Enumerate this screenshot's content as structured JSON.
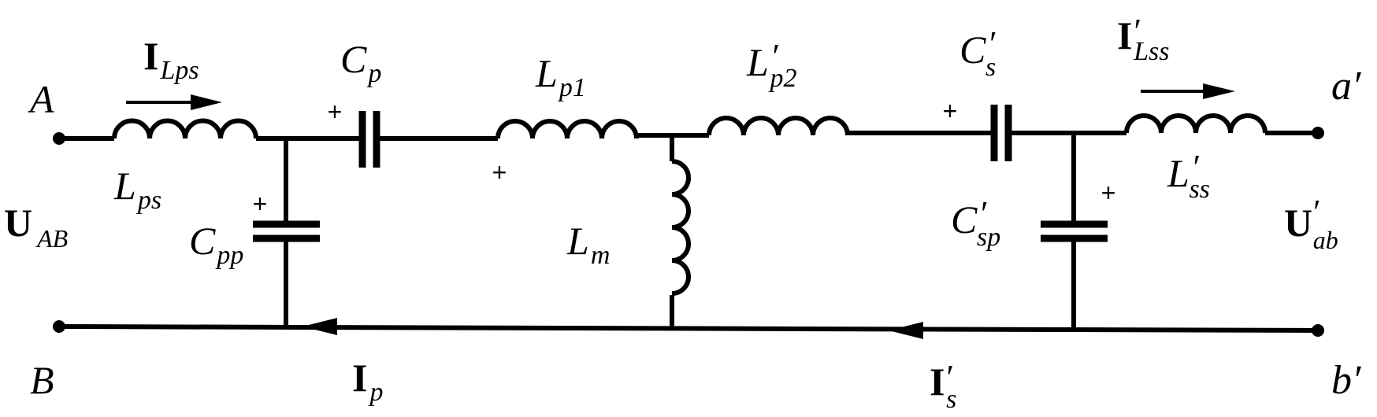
{
  "diagram": {
    "terminals": {
      "A": "A",
      "B": "B",
      "a": "a",
      "b": "b",
      "prime": "′"
    },
    "voltages": {
      "input": {
        "main": "U",
        "sub": "AB"
      },
      "output": {
        "main": "U",
        "sub": "ab",
        "prime": "′"
      }
    },
    "currents": {
      "I_Lps": {
        "main": "I",
        "sub": "Lps"
      },
      "I_Lss": {
        "main": "I",
        "sub": "Lss",
        "prime": "′"
      },
      "I_p": {
        "main": "I",
        "sub": "p"
      },
      "I_s": {
        "main": "I",
        "sub": "s",
        "prime": "′"
      }
    },
    "components": {
      "L_ps": {
        "main": "L",
        "sub": "ps"
      },
      "C_p": {
        "main": "C",
        "sub": "p"
      },
      "C_pp": {
        "main": "C",
        "sub": "pp"
      },
      "L_p1": {
        "main": "L",
        "sub": "p1"
      },
      "L_m": {
        "main": "L",
        "sub": "m"
      },
      "L_p2": {
        "main": "L",
        "sub": "p2",
        "prime": "′"
      },
      "C_s": {
        "main": "C",
        "sub": "s",
        "prime": "′"
      },
      "C_sp": {
        "main": "C",
        "sub": "sp",
        "prime": "′"
      },
      "L_ss": {
        "main": "L",
        "sub": "ss",
        "prime": "′"
      }
    },
    "polarity_mark": "+"
  }
}
